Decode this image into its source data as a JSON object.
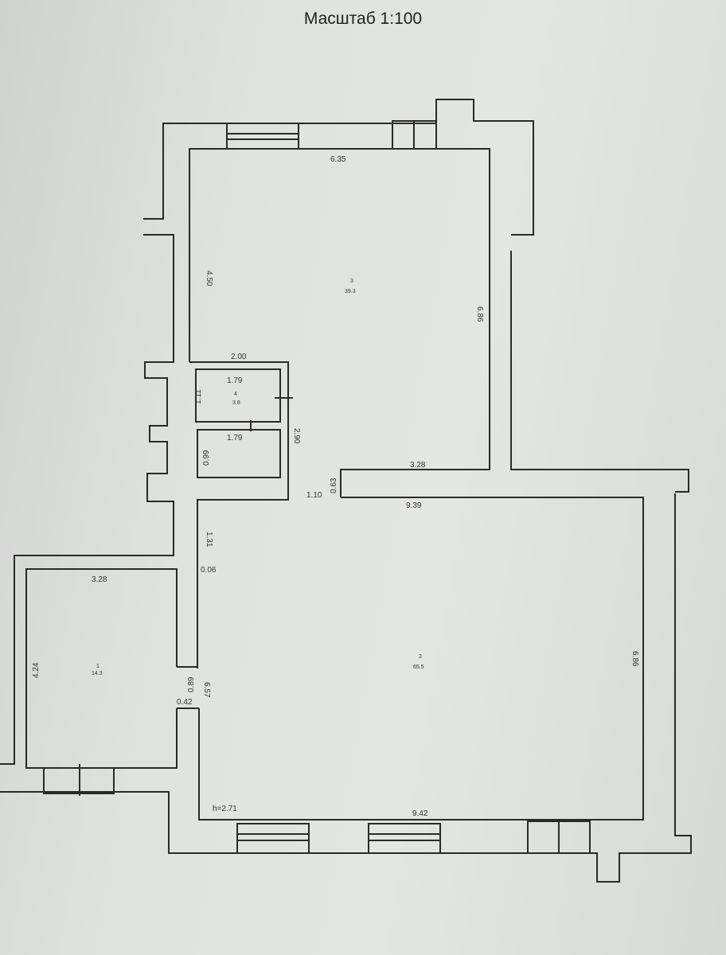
{
  "title": "Масштаб 1:100",
  "rooms": [
    {
      "number": "1",
      "area": "14.3"
    },
    {
      "number": "2",
      "area": "65.5"
    },
    {
      "number": "3",
      "area": "39.3"
    },
    {
      "number": "4",
      "area": "3.8"
    }
  ],
  "dimensions": {
    "room3_top": "6.35",
    "room3_left": "4.50",
    "room3_right": "6.86",
    "room3_bottom": "3.28",
    "corridor_top": "2.00",
    "room4_top": "1.79",
    "room4_side": "1.11",
    "wc_top": "1.79",
    "wc_side": "0.99",
    "partition": "2.90",
    "opening": "1.10",
    "opening_depth": "0.63",
    "room2_top": "9.39",
    "room2_right": "6.86",
    "room2_bottom": "9.42",
    "room2_left_upper": "1.31",
    "room2_offset": "0.06",
    "room2_left": "6.57",
    "door_width": "0.89",
    "door_jamb": "0.42",
    "room1_top": "3.28",
    "room1_side": "4.24",
    "ceiling_height": "h=2.71"
  }
}
